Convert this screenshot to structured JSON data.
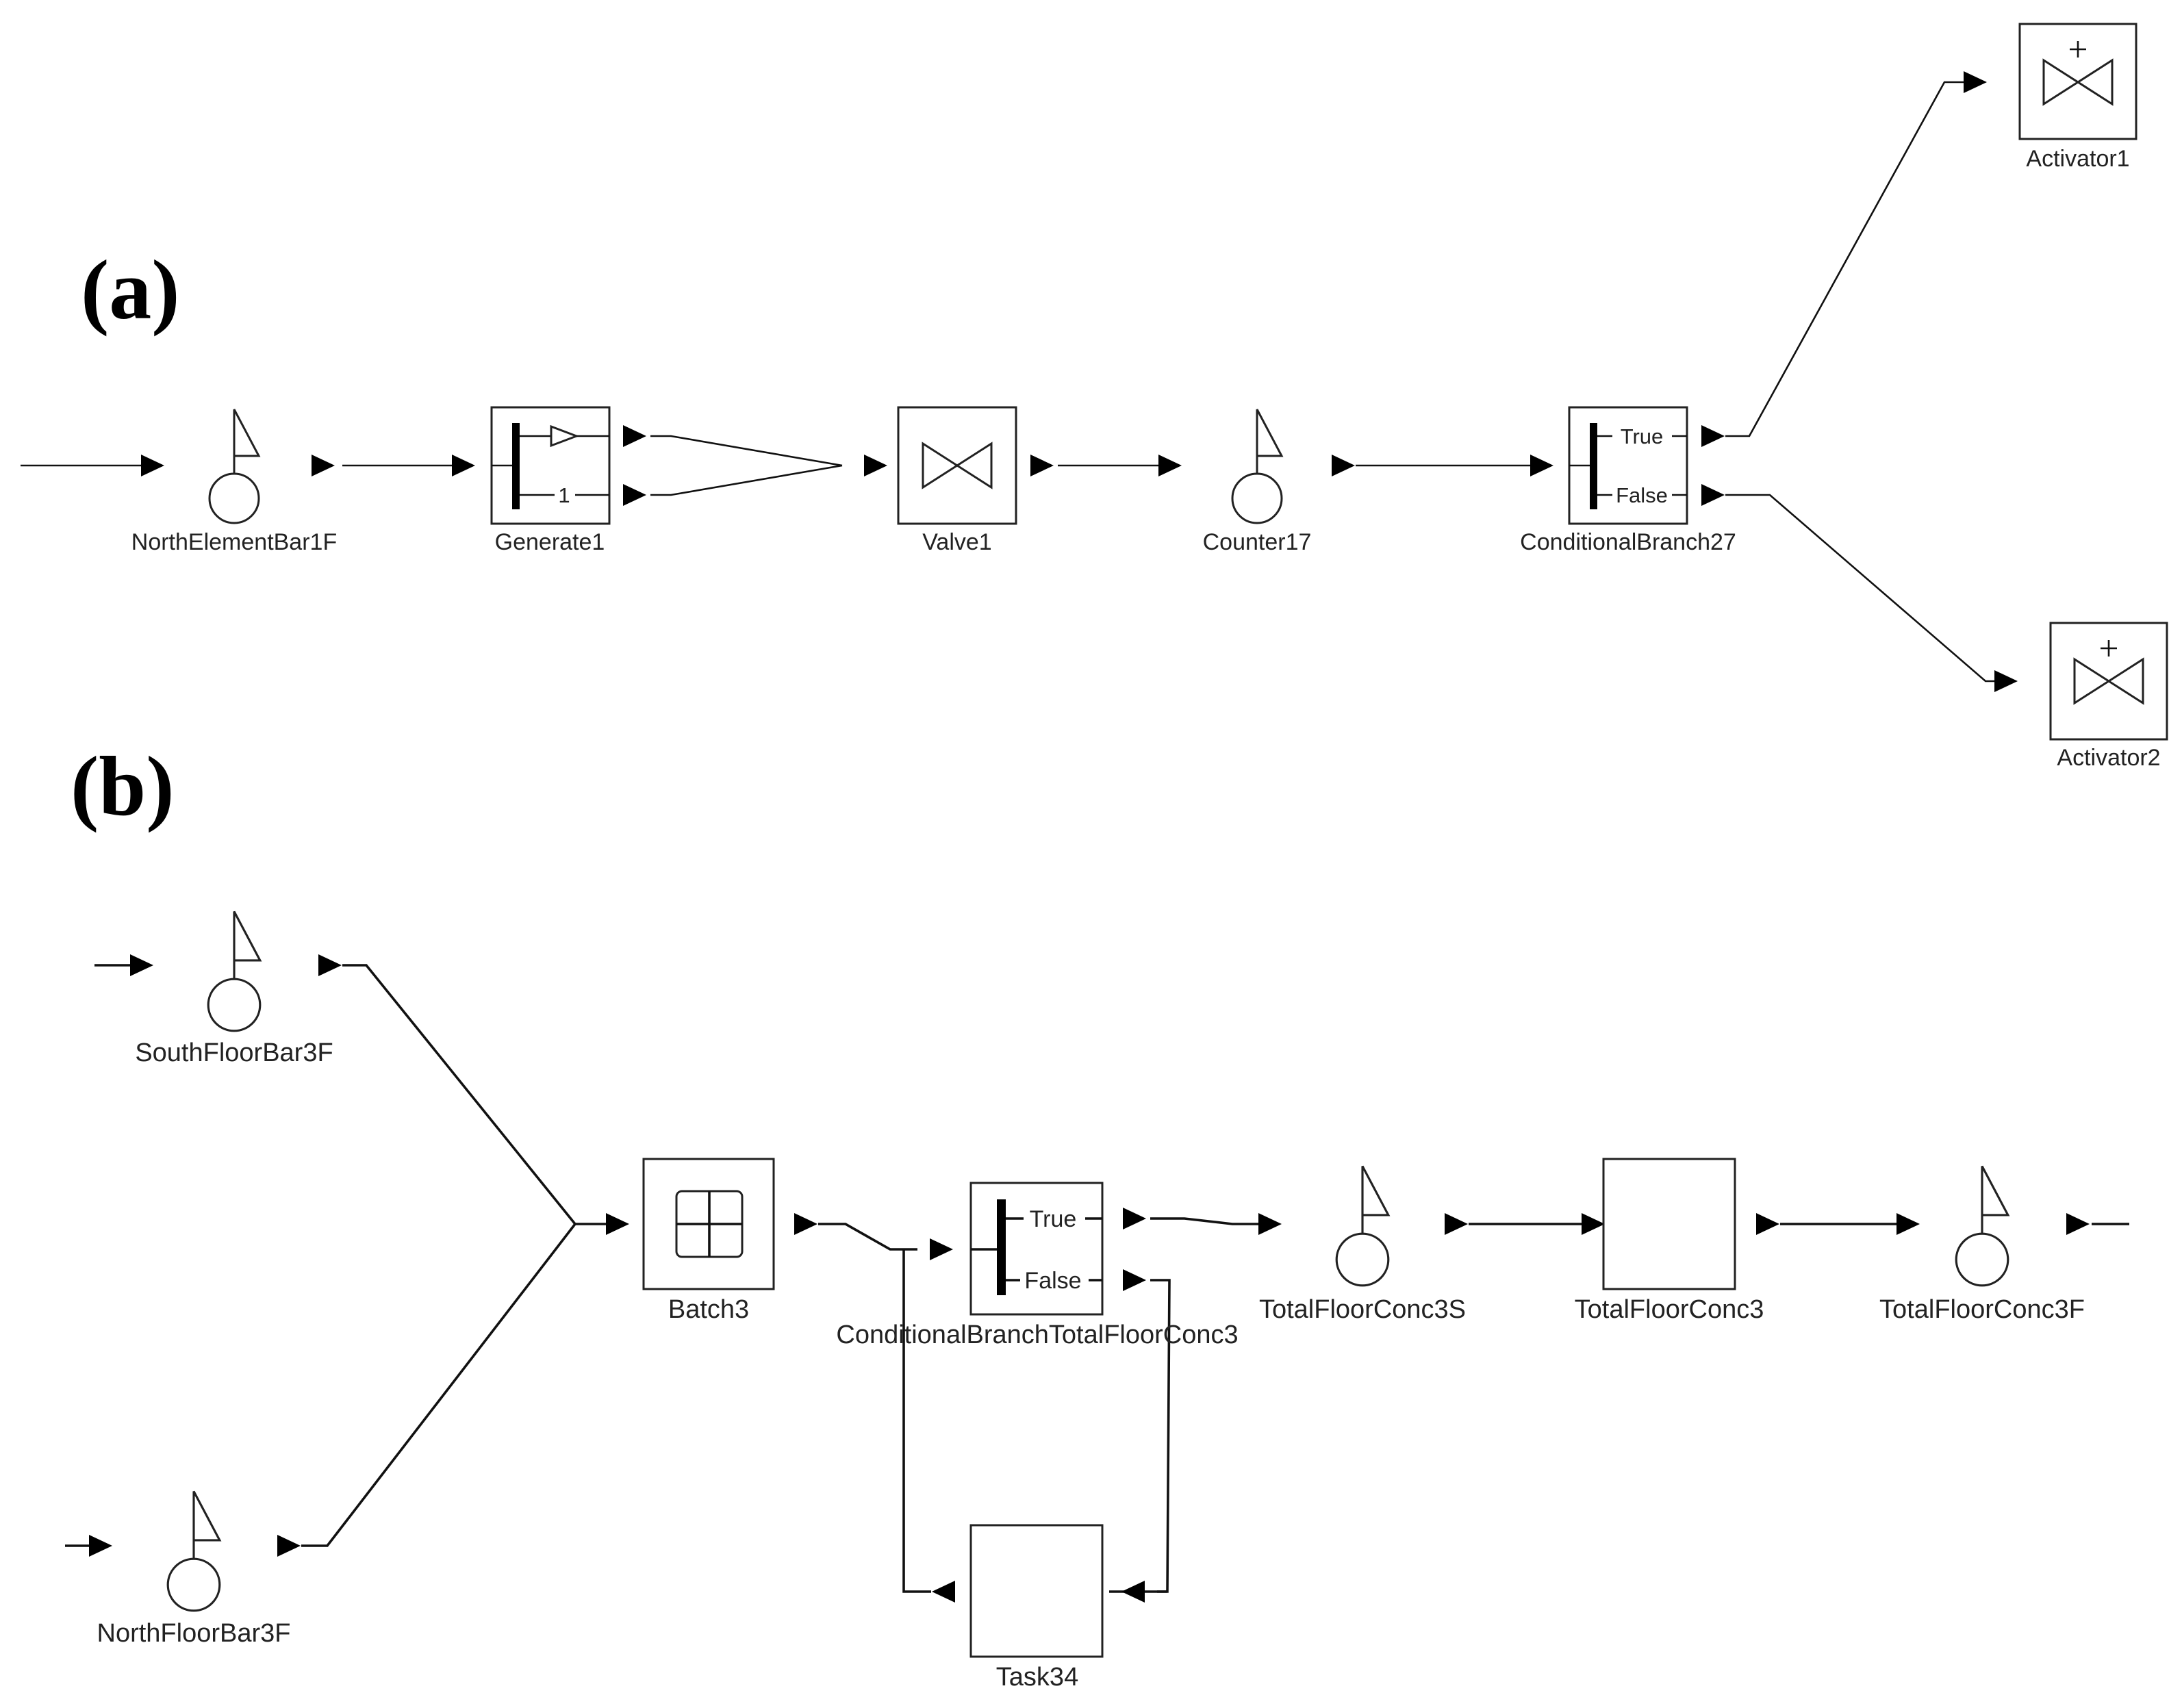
{
  "panels": {
    "a": "(a)",
    "b": "(b)"
  },
  "diagram_a": {
    "nodes": {
      "north_element_bar": "NorthElementBar1F",
      "generate": "Generate1",
      "generate_port_count": "1",
      "valve": "Valve1",
      "counter": "Counter17",
      "conditional_branch": "ConditionalBranch27",
      "activator_top": "Activator1",
      "activator_bottom": "Activator2"
    },
    "branch_ports": {
      "true": "True",
      "false": "False"
    }
  },
  "diagram_b": {
    "nodes": {
      "south_floor_bar": "SouthFloorBar3F",
      "north_floor_bar": "NorthFloorBar3F",
      "batch": "Batch3",
      "conditional_branch": "ConditionalBranchTotalFloorConc3",
      "task": "Task34",
      "total_floor_conc_s": "TotalFloorConc3S",
      "total_floor_conc": "TotalFloorConc3",
      "total_floor_conc_f": "TotalFloorConc3F"
    },
    "branch_ports": {
      "true": "True",
      "false": "False"
    }
  }
}
